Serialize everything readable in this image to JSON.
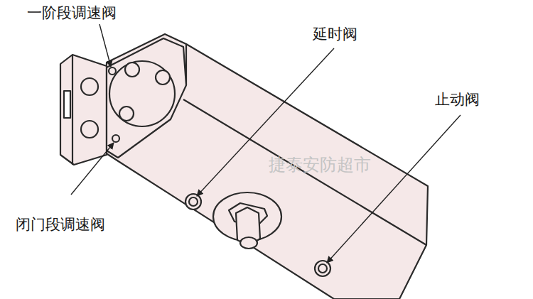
{
  "diagram": {
    "labels": [
      "一阶段调速阀",
      "延时阀",
      "止动阀",
      "闭门段调速阀",
      "捷泰安防超市"
    ]
  }
}
